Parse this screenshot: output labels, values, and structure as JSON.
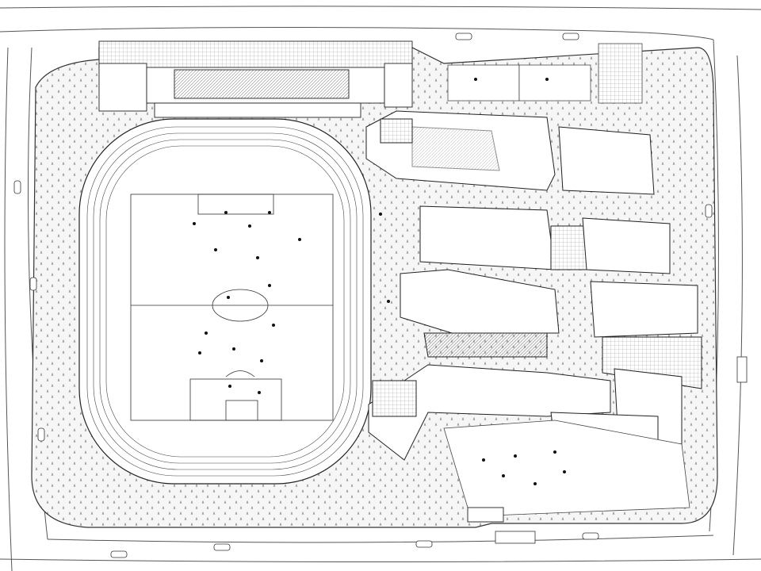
{
  "drawing": {
    "style": "black-and-white axonometric site plan",
    "colors": {
      "background": "#ffffff",
      "line": "#222222",
      "landscape_fill": "#f2f2f2",
      "roof_hatch": "#9a9a9a",
      "courtyard": "#b8b8b8"
    },
    "elements": [
      "roads",
      "site-boundary",
      "running-track",
      "football-field",
      "north-building",
      "school-buildings",
      "basketball-courts",
      "landscape",
      "vehicles",
      "people"
    ]
  }
}
